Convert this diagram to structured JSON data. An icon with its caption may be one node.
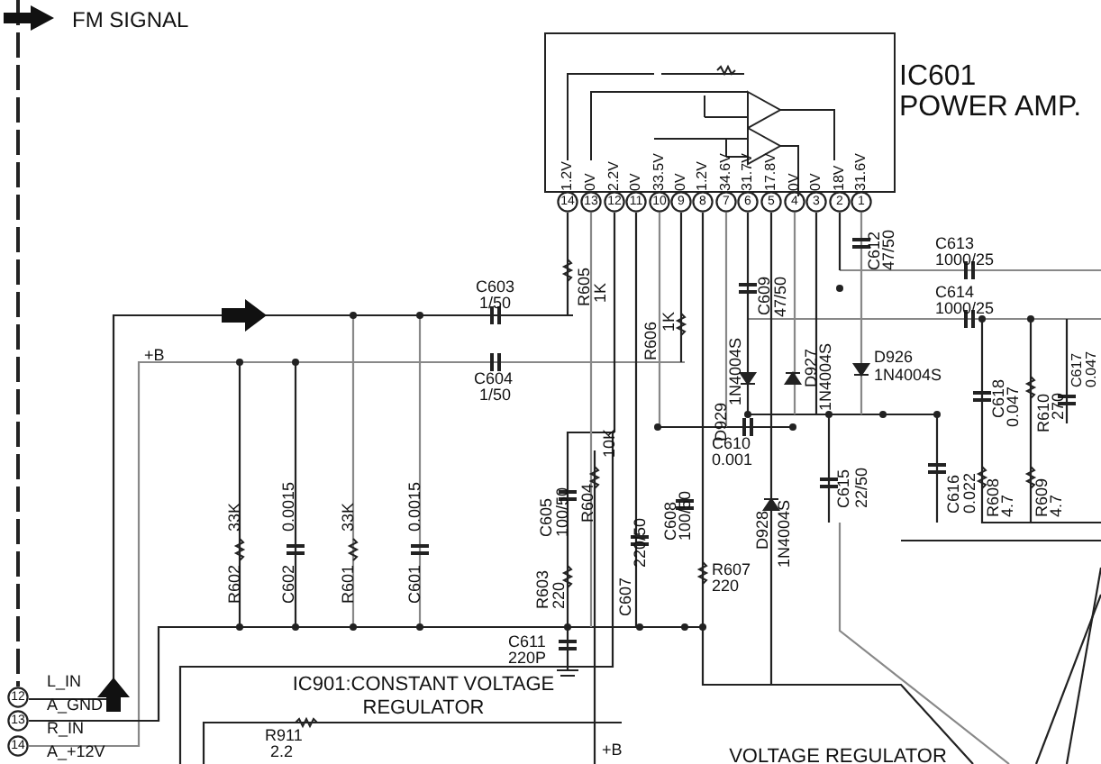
{
  "diagram": {
    "nodes": [
      {
        "text": [],
        "shape": "box",
        "beside": [
          "IC601 POWER AMP."
        ]
      }
    ],
    "labels": [
      "1.2V",
      "0V",
      "2.2V",
      "0V",
      "33.5V",
      "0V",
      "1.2V",
      "34.6V",
      "31.7V",
      "17.8V",
      "0V",
      "0V",
      "18V",
      "31.6V",
      "14",
      "13",
      "12",
      "11",
      "10",
      "9",
      "8",
      "7",
      "6",
      "5",
      "4",
      "3",
      "2",
      "1",
      "C612",
      "47/50",
      "C613",
      "1000/25",
      "C614",
      "1000/25",
      "C603",
      "1/50",
      "R605",
      "1K",
      "C609",
      "47/50",
      "R606",
      "1K",
      "C604",
      "1/50",
      "D929",
      "1N4004S",
      "D927",
      "1N4004S",
      "D926",
      "1N4004S",
      "+B",
      "C618",
      "0.047",
      "R610",
      "270",
      "C617",
      "0.047",
      "C610",
      "0.001",
      "C615",
      "22/50",
      "C616",
      "0.022",
      "D928",
      "1N4004S",
      "R602",
      "33K",
      "C602",
      "0.0015",
      "R601",
      "33K",
      "C601",
      "0.0015",
      "C605",
      "100/50",
      "R604",
      "10K",
      "C607",
      "220/50",
      "C608",
      "100/50",
      "R608",
      "4.7",
      "R609",
      "4.7",
      "R603",
      "220",
      "R607",
      "220",
      "C611",
      "220P",
      "12",
      "L_IN",
      "A_GND",
      "13",
      "IC901:CONSTANT VOLTAGE REGULATOR",
      "R_IN",
      "14",
      "R911",
      "2.2",
      "A_+12V",
      "+B",
      "VOLTAGE REGULATOR"
    ],
    "legend": [
      {
        "text": "FM SIGNAL"
      }
    ]
  }
}
